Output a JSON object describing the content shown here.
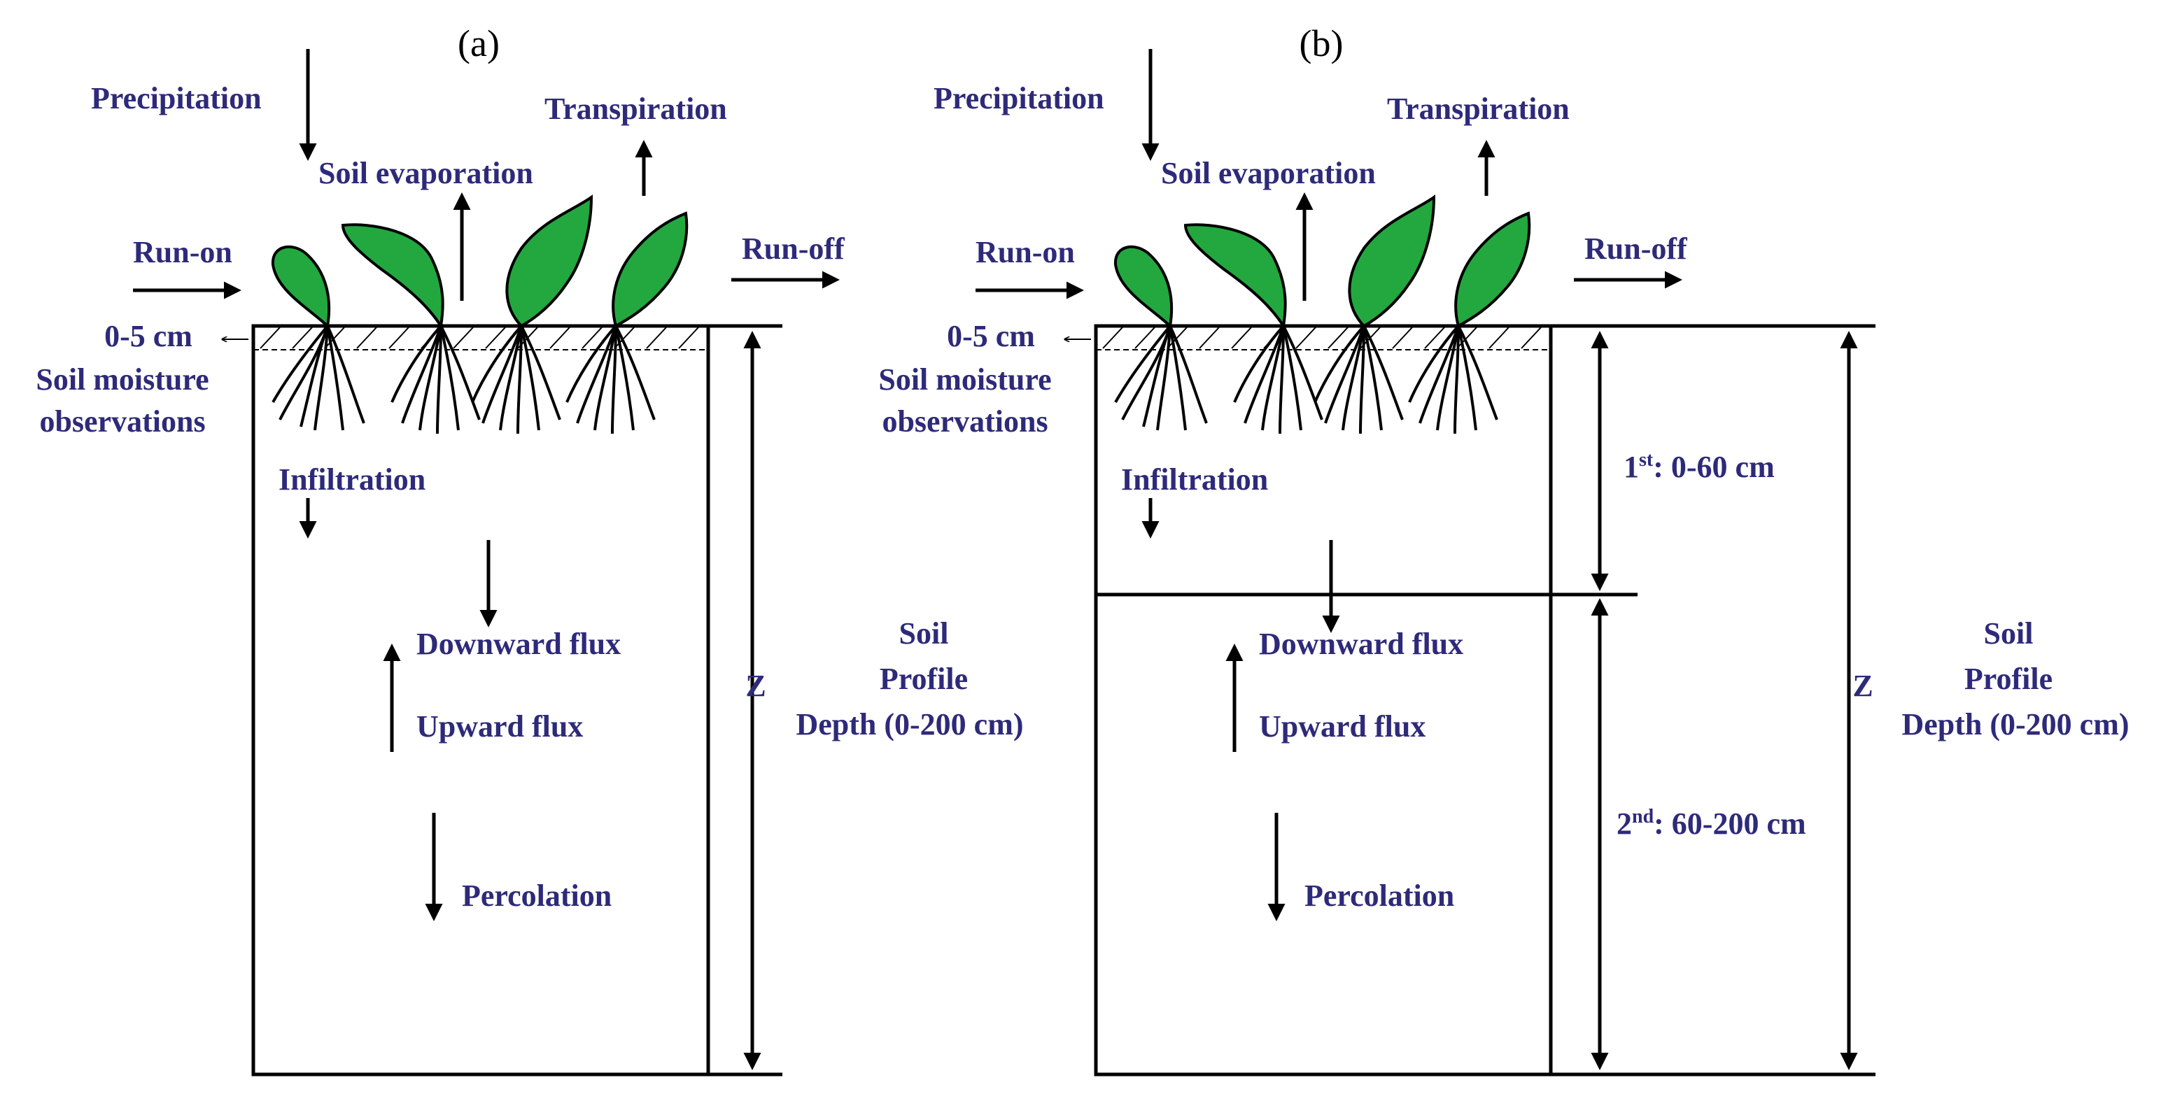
{
  "colors": {
    "label": "#2e2a7a",
    "leaf": "#22a83f",
    "line": "#000000"
  },
  "panels": [
    {
      "id": "a",
      "title": "(a)",
      "precipitation": "Precipitation",
      "soil_evaporation": "Soil evaporation",
      "transpiration": "Transpiration",
      "run_on": "Run-on",
      "run_off": "Run-off",
      "obs_depth": "0-5 cm",
      "obs_line1": "Soil moisture",
      "obs_line2": "observations",
      "infiltration": "Infiltration",
      "downward_flux": "Downward flux",
      "upward_flux": "Upward flux",
      "percolation": "Percolation",
      "z": "Z",
      "profile_line1": "Soil",
      "profile_line2": "Profile",
      "profile_line3": "Depth (0-200 cm)"
    },
    {
      "id": "b",
      "title": "(b)",
      "precipitation": "Precipitation",
      "soil_evaporation": "Soil evaporation",
      "transpiration": "Transpiration",
      "run_on": "Run-on",
      "run_off": "Run-off",
      "obs_depth": "0-5 cm",
      "obs_line1": "Soil moisture",
      "obs_line2": "observations",
      "infiltration": "Infiltration",
      "downward_flux": "Downward flux",
      "upward_flux": "Upward flux",
      "percolation": "Percolation",
      "z": "Z",
      "profile_line1": "Soil",
      "profile_line2": "Profile",
      "profile_line3": "Depth (0-200 cm)",
      "layer1": {
        "num": "1",
        "sup": "st",
        "range": ": 0-60 cm"
      },
      "layer2": {
        "num": "2",
        "sup": "nd",
        "range": ": 60-200 cm"
      }
    }
  ]
}
